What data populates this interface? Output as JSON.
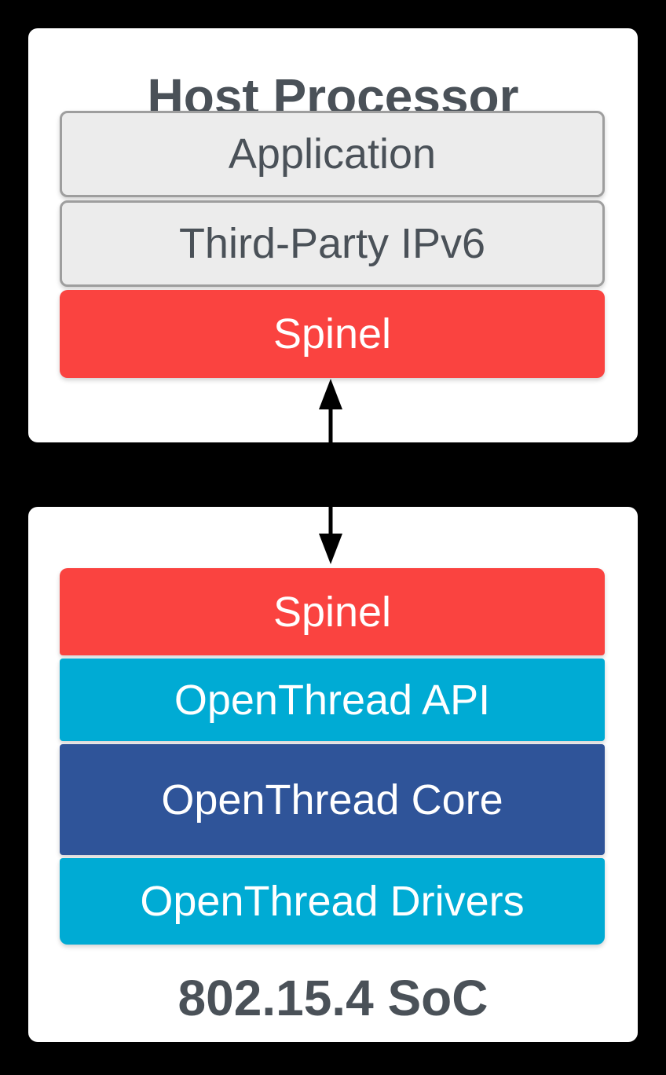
{
  "background_color": "#000000",
  "colors": {
    "box_background": "#ffffff",
    "layer_gray_fill": "#ececec",
    "layer_gray_border": "#9e9e9e",
    "spinel_red": "#fa4340",
    "openthread_cyan": "#00abd4",
    "openthread_navy": "#2f5499",
    "title_text": "#4a5158",
    "label_on_color": "#ffffff",
    "arrow": "#000000"
  },
  "host_box": {
    "title": "Host Processor",
    "layers": [
      {
        "label": "Application",
        "color": "#ececec"
      },
      {
        "label": "Third-Party IPv6",
        "color": "#ececec"
      },
      {
        "label": "Spinel",
        "color": "#fa4340"
      }
    ]
  },
  "arrow": {
    "type": "bidirectional-vertical-arrow"
  },
  "soc_box": {
    "title": "802.15.4 SoC",
    "layers": [
      {
        "label": "Spinel",
        "color": "#fa4340"
      },
      {
        "label": "OpenThread API",
        "color": "#00abd4"
      },
      {
        "label": "OpenThread Core",
        "color": "#2f5499"
      },
      {
        "label": "OpenThread Drivers",
        "color": "#00abd4"
      }
    ]
  }
}
